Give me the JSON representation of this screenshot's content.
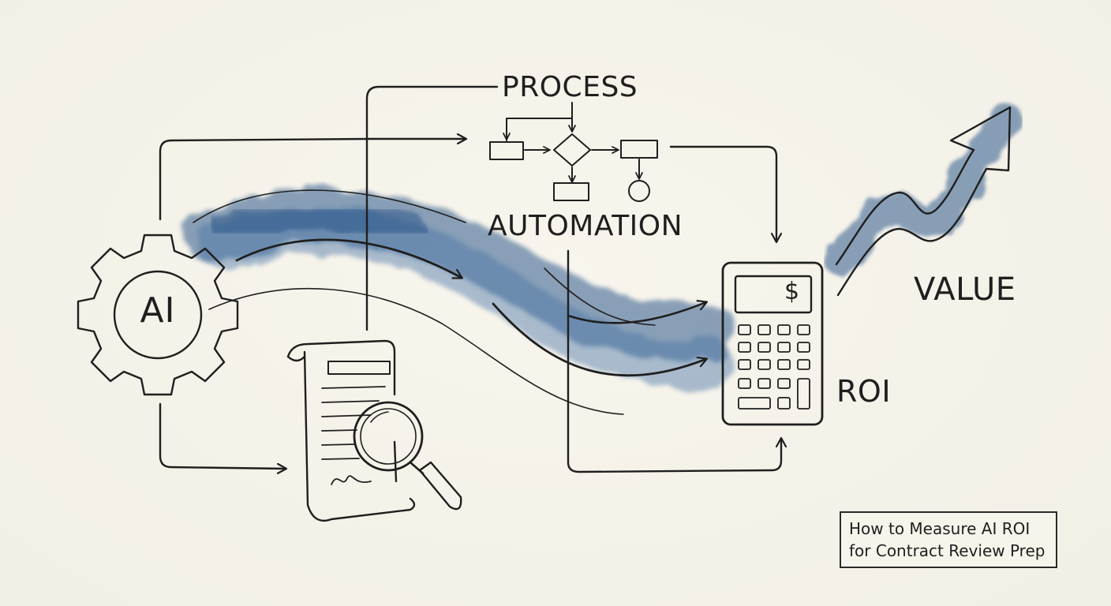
{
  "labels": {
    "ai": "AI",
    "process": "PROCESS",
    "automation": "AUTOMATION",
    "roi": "ROI",
    "value": "VALUE",
    "currency": "$"
  },
  "title_box": {
    "line1": "How to Measure AI ROI",
    "line2": "for Contract Review Prep"
  },
  "colors": {
    "ink": "#1f1f1f",
    "watercolor_blue": "#2f5a8c",
    "paper": "#f5f2e9"
  },
  "icons": [
    "gear-icon",
    "document-scroll-icon",
    "magnifying-glass-icon",
    "flowchart-icon",
    "calculator-icon",
    "trend-arrow-icon"
  ]
}
